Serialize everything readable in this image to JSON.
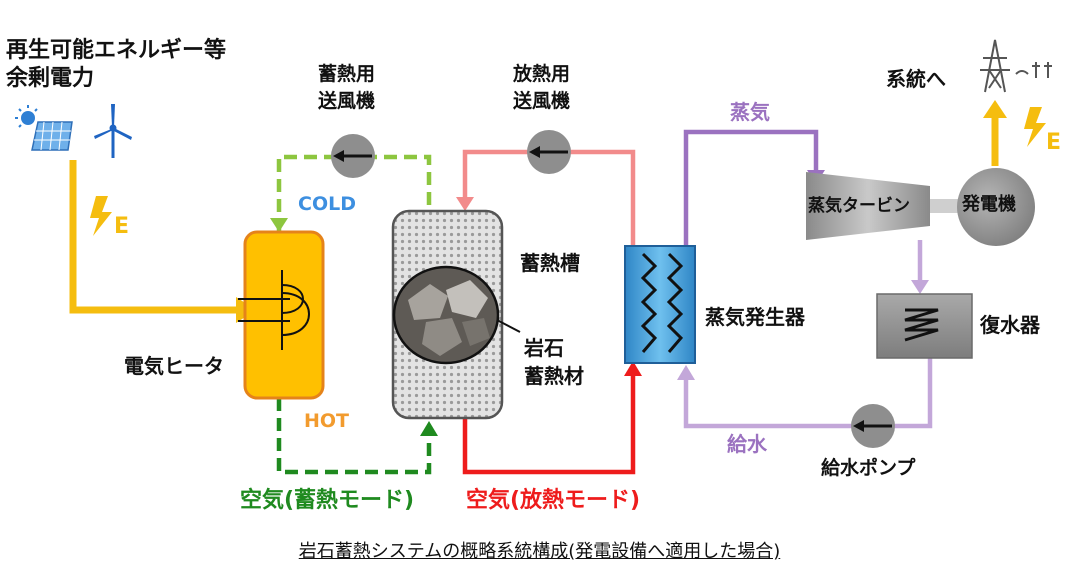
{
  "source": {
    "line1": "再生可能エネルギー等",
    "line2": "余剰電力",
    "e_mark": "E"
  },
  "fans": {
    "charge_line1": "蓄熱用",
    "charge_line2": "送風機",
    "discharge_line1": "放熱用",
    "discharge_line2": "送風機"
  },
  "heater": {
    "label": "電気ヒータ"
  },
  "air_states": {
    "cold": "COLD",
    "hot": "HOT"
  },
  "tank": {
    "label": "蓄熱槽",
    "media_line1": "岩石",
    "media_line2": "蓄熱材"
  },
  "steam_generator": {
    "label": "蒸気発生器"
  },
  "steam": {
    "label": "蒸気"
  },
  "turbine": {
    "label": "蒸気タービン"
  },
  "generator": {
    "label": "発電機"
  },
  "grid": {
    "label": "系統へ",
    "e_mark": "E"
  },
  "condenser": {
    "label": "復水器"
  },
  "feedwater": {
    "label": "給水",
    "pump_label": "給水ポンプ"
  },
  "modes": {
    "charge": "空気(蓄熱モード)",
    "discharge": "空気(放熱モード)"
  },
  "caption": "岩石蓄熱システムの概略系統構成(発電設備へ適用した場合)",
  "colors": {
    "charge_air": "#7cc63f",
    "charge_air_hot": "#1f8a1f",
    "discharge_air_cold": "#f28b8b",
    "discharge_air_hot": "#ee1c1c",
    "steam": "#9b72c0",
    "water": "#c3a7d9",
    "power": "#f5bd0f",
    "heater": "#ffc000",
    "heater_edge": "#e5831a",
    "steam_gen": "#3f9fd8",
    "grey_equipment": "#9a9a9a"
  }
}
